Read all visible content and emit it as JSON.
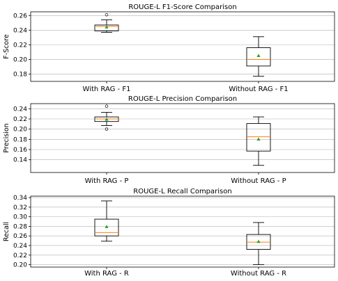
{
  "colors": {
    "grid": "#b0b0b0",
    "box": "#000000",
    "median": "#ff7f0e",
    "mean": "#2ca02c",
    "flier": "#000000"
  },
  "chart_data": [
    {
      "type": "box",
      "title": "ROUGE-L F1-Score Comparison",
      "ylabel": "F-Score",
      "ylim": [
        0.17,
        0.265
      ],
      "yticks": [
        0.18,
        0.2,
        0.22,
        0.24,
        0.26
      ],
      "ytick_labels": [
        "0.18",
        "0.20",
        "0.22",
        "0.24",
        "0.26"
      ],
      "grid": true,
      "boxes": [
        {
          "category": "With RAG - F1",
          "whisker_low": 0.237,
          "q1": 0.239,
          "median": 0.245,
          "q3": 0.247,
          "whisker_high": 0.254,
          "mean": 0.244,
          "fliers": [
            0.261
          ]
        },
        {
          "category": "Without RAG - F1",
          "whisker_low": 0.177,
          "q1": 0.191,
          "median": 0.2,
          "q3": 0.216,
          "whisker_high": 0.231,
          "mean": 0.205,
          "fliers": []
        }
      ]
    },
    {
      "type": "box",
      "title": "ROUGE-L Precision Comparison",
      "ylabel": "Precision",
      "ylim": [
        0.115,
        0.25
      ],
      "yticks": [
        0.14,
        0.16,
        0.18,
        0.2,
        0.22,
        0.24
      ],
      "ytick_labels": [
        "0.14",
        "0.16",
        "0.18",
        "0.20",
        "0.22",
        "0.24"
      ],
      "grid": true,
      "boxes": [
        {
          "category": "With RAG - P",
          "whisker_low": 0.207,
          "q1": 0.215,
          "median": 0.22,
          "q3": 0.224,
          "whisker_high": 0.233,
          "mean": 0.219,
          "fliers": [
            0.245,
            0.2
          ]
        },
        {
          "category": "Without RAG - P",
          "whisker_low": 0.129,
          "q1": 0.157,
          "median": 0.185,
          "q3": 0.211,
          "whisker_high": 0.224,
          "mean": 0.18,
          "fliers": []
        }
      ]
    },
    {
      "type": "box",
      "title": "ROUGE-L Recall Comparison",
      "ylabel": "Recall",
      "ylim": [
        0.195,
        0.343
      ],
      "yticks": [
        0.2,
        0.22,
        0.24,
        0.26,
        0.28,
        0.3,
        0.32,
        0.34
      ],
      "ytick_labels": [
        "0.20",
        "0.22",
        "0.24",
        "0.26",
        "0.28",
        "0.30",
        "0.32",
        "0.34"
      ],
      "grid": true,
      "boxes": [
        {
          "category": "With RAG - R",
          "whisker_low": 0.249,
          "q1": 0.26,
          "median": 0.267,
          "q3": 0.295,
          "whisker_high": 0.333,
          "mean": 0.279,
          "fliers": []
        },
        {
          "category": "Without RAG - R",
          "whisker_low": 0.2,
          "q1": 0.232,
          "median": 0.247,
          "q3": 0.263,
          "whisker_high": 0.288,
          "mean": 0.248,
          "fliers": []
        }
      ]
    }
  ]
}
